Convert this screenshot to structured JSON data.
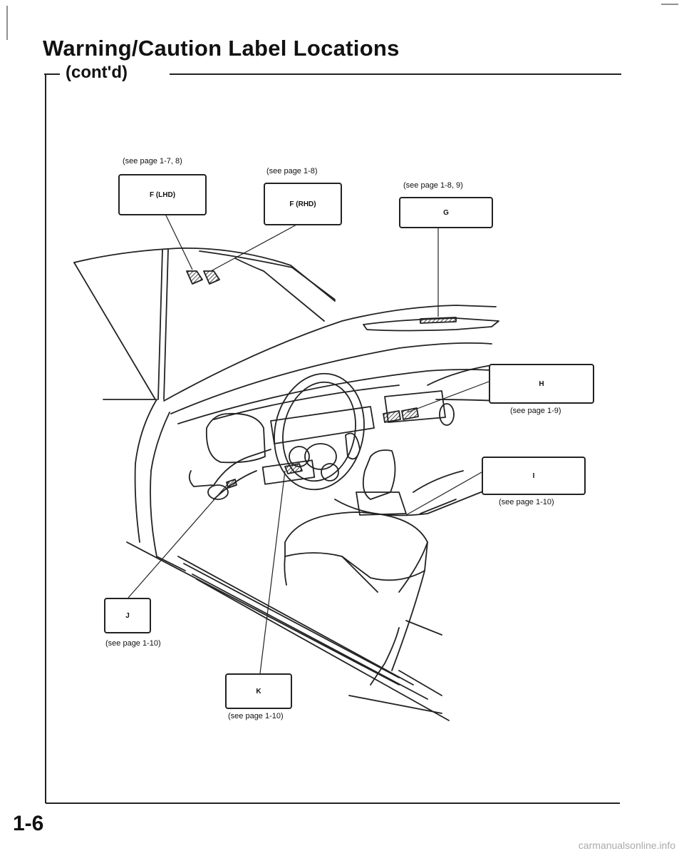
{
  "header": {
    "title": "Warning/Caution Label Locations",
    "subtitle": "(cont'd)"
  },
  "labels": [
    {
      "id": "f_lhd",
      "code": "F (LHD)",
      "ref": "(see page 1-7, 8)"
    },
    {
      "id": "f_rhd",
      "code": "F (RHD)",
      "ref": "(see page 1-8)"
    },
    {
      "id": "g",
      "code": "G",
      "ref": "(see page 1-8, 9)"
    },
    {
      "id": "h",
      "code": "H",
      "ref": "(see page 1-9)"
    },
    {
      "id": "i",
      "code": "I",
      "ref": "(see page 1-10)"
    },
    {
      "id": "j",
      "code": "J",
      "ref": "(see page 1-10)"
    },
    {
      "id": "k",
      "code": "K",
      "ref": "(see page 1-10)"
    }
  ],
  "page": {
    "number": "1-6"
  },
  "footer": {
    "watermark": "carmanualsonline.info"
  }
}
